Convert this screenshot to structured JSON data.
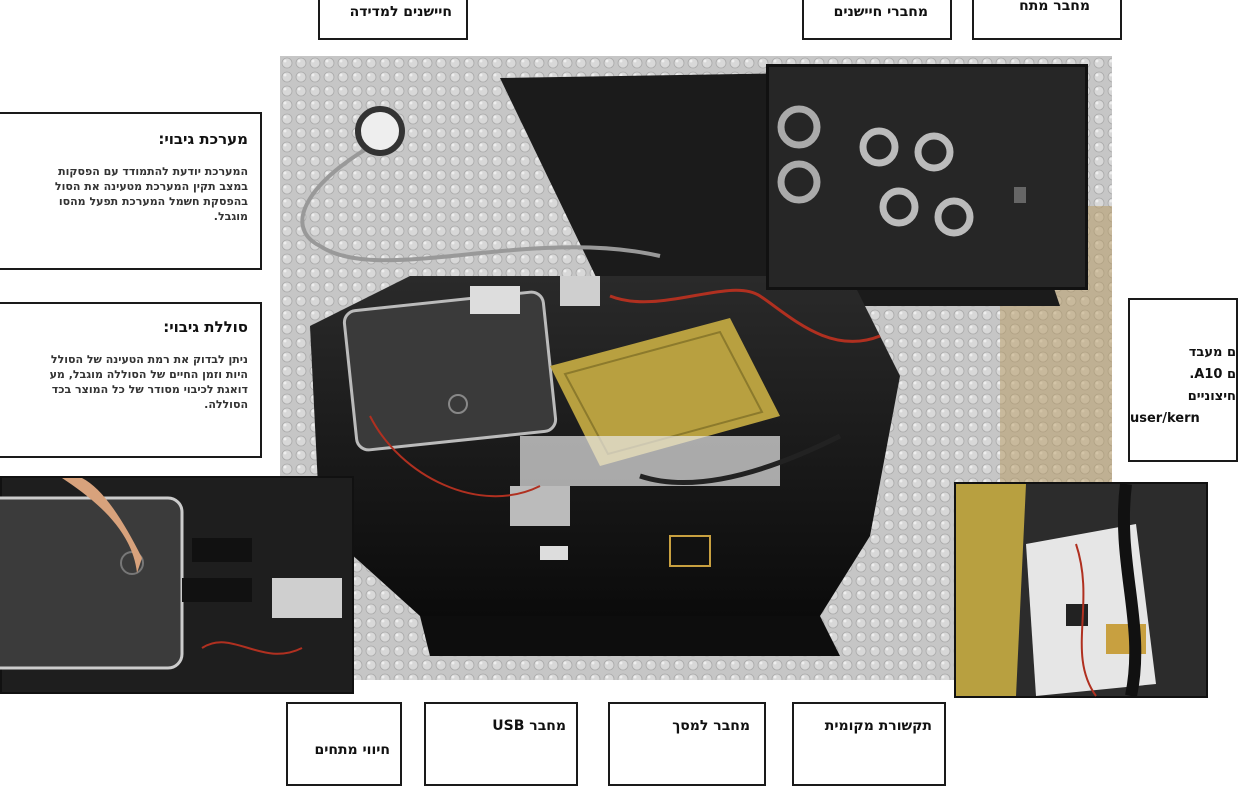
{
  "callouts": {
    "sensors_for_measurement": "חיישנים למדידה",
    "sensor_connectors": "מחברי חיישנים",
    "voltage_connector": "מחבר מתח",
    "usb_connector": "מחבר USB",
    "screen_connector": "מחבר למסך",
    "local_communication": "תקשורת מקומית",
    "voltage_indicator": "חיווי מתחים"
  },
  "backup_system": {
    "title": "מערכת גיבוי:",
    "lines": [
      "המערכת יודעת להתמודד עם הפסקות",
      "במצב תקין המערכת מטעינה את הסול",
      "בהפסקת חשמל המערכת תפעל מהסו",
      "מוגבל."
    ]
  },
  "backup_battery": {
    "title": "סוללת גיבוי:",
    "lines": [
      "ניתן לבדוק את רמת הטעינה של הסולל",
      "היות וזמן החיים של הסוללה מוגבל, מע",
      "דואגת לכיבוי מסודר של כל המוצר בכד",
      "הסוללה."
    ]
  },
  "processor_box": {
    "lines": [
      "ם מעבד",
      "ם A10.",
      "חיצוניים",
      "user/kern"
    ]
  },
  "colors": {
    "border": "#1a1a1a",
    "enclosure": "#141414",
    "pcb": "#b8a040",
    "bubble_wrap": "#c9c9c9"
  }
}
